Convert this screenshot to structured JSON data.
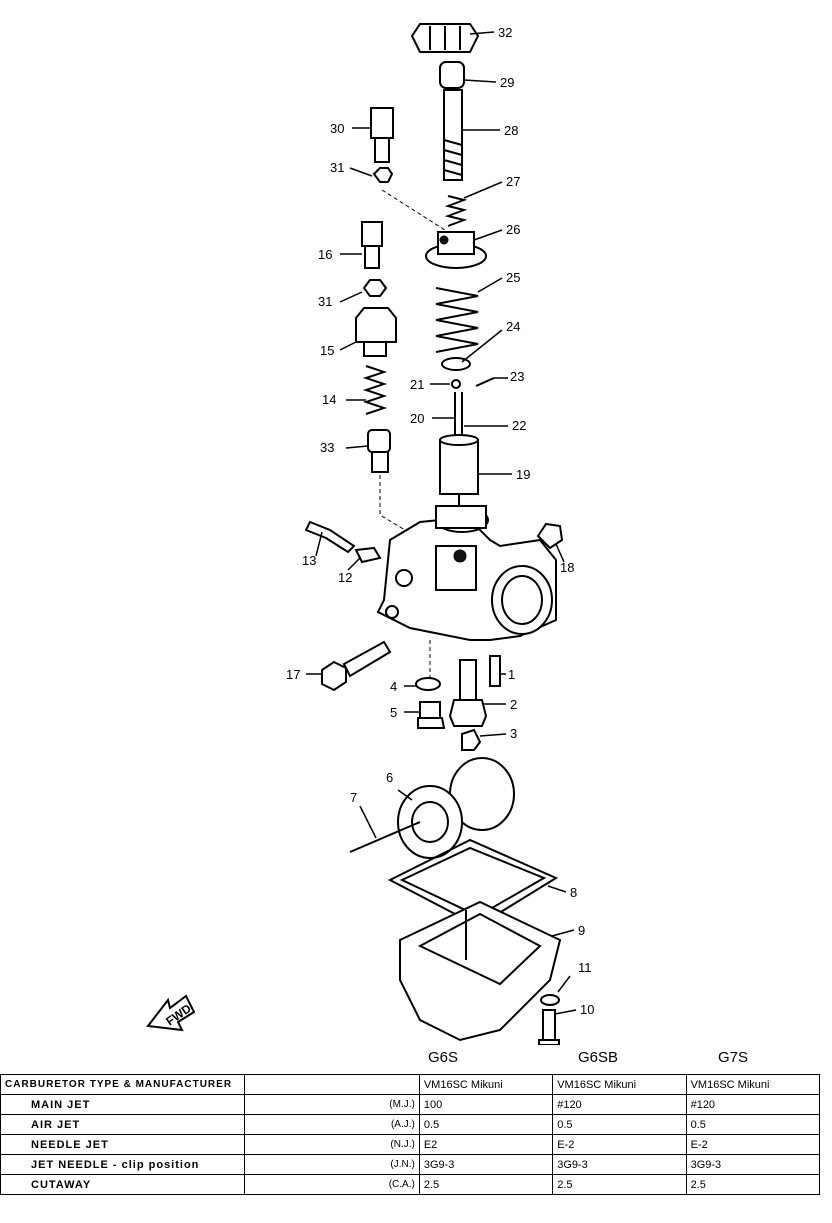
{
  "diagram": {
    "callouts": [
      "32",
      "29",
      "28",
      "27",
      "26",
      "25",
      "24",
      "23",
      "22",
      "21",
      "20",
      "19",
      "30",
      "31",
      "16",
      "31",
      "15",
      "14",
      "33",
      "13",
      "12",
      "18",
      "17",
      "1",
      "2",
      "3",
      "4",
      "5",
      "6",
      "7",
      "8",
      "9",
      "11",
      "10"
    ],
    "fwd_label": "FWD"
  },
  "models": [
    "G6S",
    "G6SB",
    "G7S"
  ],
  "table": {
    "rows": [
      {
        "label": "CARBURETOR TYPE & MANUFACTURER",
        "abbr": "",
        "values": [
          "VM16SC Mikuni",
          "VM16SC Mikuni",
          "VM16SC Mikuni"
        ]
      },
      {
        "label": "MAIN JET",
        "abbr": "(M.J.)",
        "values": [
          "100",
          "#120",
          "#120"
        ]
      },
      {
        "label": "AIR JET",
        "abbr": "(A.J.)",
        "values": [
          "0.5",
          "0.5",
          "0.5"
        ]
      },
      {
        "label": "NEEDLE JET",
        "abbr": "(N.J.)",
        "values": [
          "E2",
          "E-2",
          "E-2"
        ]
      },
      {
        "label": "JET NEEDLE - clip position",
        "abbr": "(J.N.)",
        "values": [
          "3G9-3",
          "3G9-3",
          "3G9-3"
        ]
      },
      {
        "label": "CUTAWAY",
        "abbr": "(C.A.)",
        "values": [
          "2.5",
          "2.5",
          "2.5"
        ]
      }
    ]
  }
}
